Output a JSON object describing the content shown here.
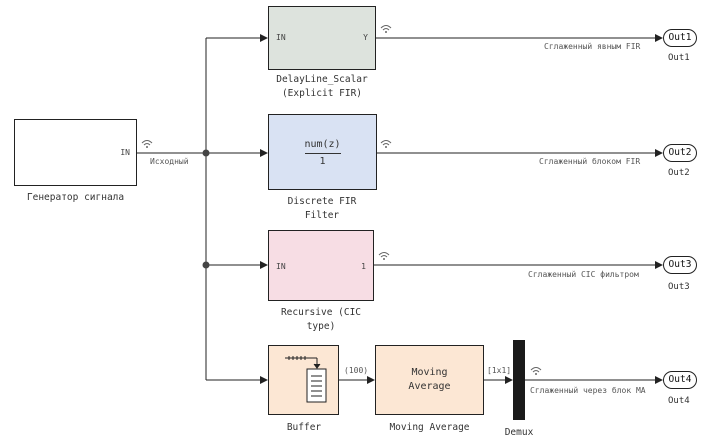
{
  "blocks": {
    "generator": {
      "caption": "Генератор сигнала",
      "port_in": "IN",
      "color": "#ffffff"
    },
    "delayline": {
      "caption_line1": "DelayLine_Scalar",
      "caption_line2": "(Explicit FIR)",
      "port_in": "IN",
      "port_out": "Y",
      "color": "#dde3dd"
    },
    "discrete_fir": {
      "numerator": "num(z)",
      "denominator": "1",
      "caption_line1": "Discrete FIR",
      "caption_line2": "Filter",
      "color": "#d9e2f3"
    },
    "recursive": {
      "caption_line1": "Recursive (CIC",
      "caption_line2": "type)",
      "port_in": "IN",
      "port_out": "1",
      "color": "#f7dde4"
    },
    "buffer": {
      "caption": "Buffer",
      "color": "#fce7d4"
    },
    "moving_average": {
      "text_line1": "Moving",
      "text_line2": "Average",
      "caption": "Moving Average",
      "color": "#fce7d4"
    },
    "demux": {
      "caption": "Demux",
      "color": "#1a1a1a"
    }
  },
  "signals": {
    "source": "Исходный",
    "out1": "Сглаженный явным FIR",
    "out2": "Сглаженный блоком FIR",
    "out3": "Сглаженный CIC фильтром",
    "buffer_dim": "(100)",
    "ma_dim": "[1x1]",
    "out4": "Сглаженный через блок MA"
  },
  "outports": [
    {
      "label": "Out1",
      "name": "Out1"
    },
    {
      "label": "Out2",
      "name": "Out2"
    },
    {
      "label": "Out3",
      "name": "Out3"
    },
    {
      "label": "Out4",
      "name": "Out4"
    }
  ],
  "colors": {
    "line": "#222222",
    "junction": "#444444",
    "wifi": "#666666"
  }
}
